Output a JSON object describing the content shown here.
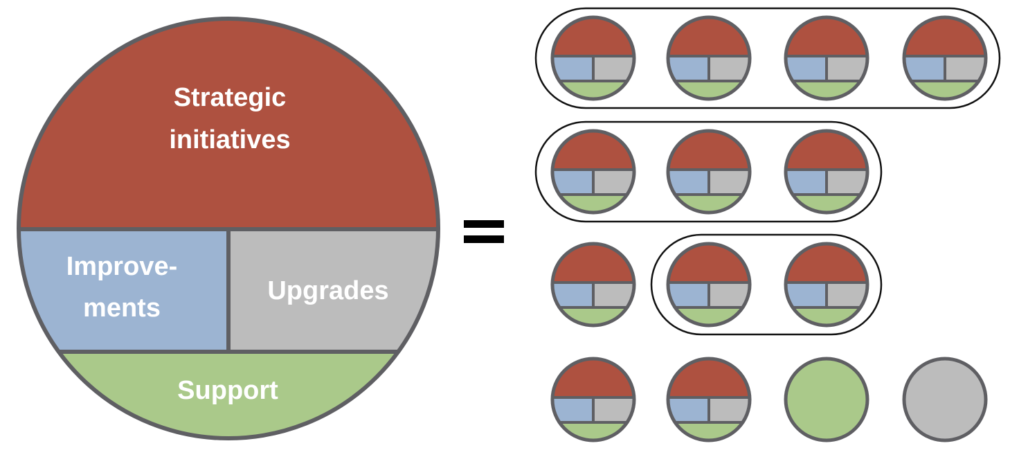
{
  "big_pie": {
    "strategic_label_line1": "Strategic",
    "strategic_label_line2": "initiatives",
    "improvements_label_line1": "Improve-",
    "improvements_label_line2": "ments",
    "upgrades_label": "Upgrades",
    "support_label": "Support"
  },
  "equals_sign": "=",
  "colors": {
    "strategic": "#ae5140",
    "improvements": "#9cb4d2",
    "upgrades": "#bcbcbc",
    "support": "#aac98a",
    "stroke": "#5f5f63",
    "group_outline": "#111111"
  },
  "team_grid": {
    "rows": [
      [
        "full",
        "full",
        "full",
        "full"
      ],
      [
        "full",
        "full",
        "full"
      ],
      [
        "full",
        "full",
        "full"
      ],
      [
        "full",
        "full",
        "support-only",
        "upgrades-only"
      ]
    ],
    "groups": [
      {
        "row": 0,
        "from": 0,
        "to": 3
      },
      {
        "row": 1,
        "from": 0,
        "to": 2
      },
      {
        "row": 2,
        "from": 1,
        "to": 2
      }
    ]
  }
}
